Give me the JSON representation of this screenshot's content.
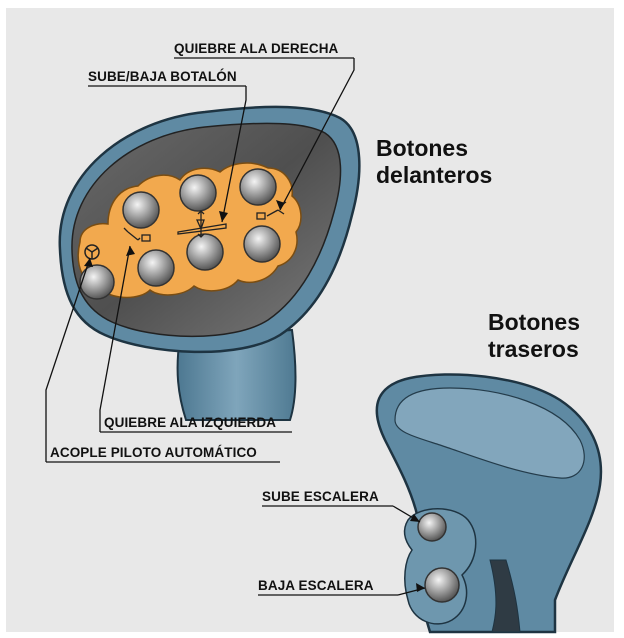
{
  "headings": {
    "front_line1": "Botones",
    "front_line2": "delanteros",
    "rear_line1": "Botones",
    "rear_line2": "traseros"
  },
  "callouts": {
    "right_wing_fold": "QUIEBRE ALA DERECHA",
    "boom_up_down": "SUBE/BAJA BOTALÓN",
    "left_wing_fold": "QUIEBRE ALA IZQUIERDA",
    "autopilot_engage": "ACOPLE PILOTO AUTOMÁTICO",
    "ladder_up": "SUBE ESCALERA",
    "ladder_down": "BAJA ESCALERA"
  },
  "colors": {
    "background": "#e8e8e8",
    "handle_blue": "#5e88a0",
    "button_panel_orange": "#f2a94e",
    "face_dark": "#555555"
  }
}
